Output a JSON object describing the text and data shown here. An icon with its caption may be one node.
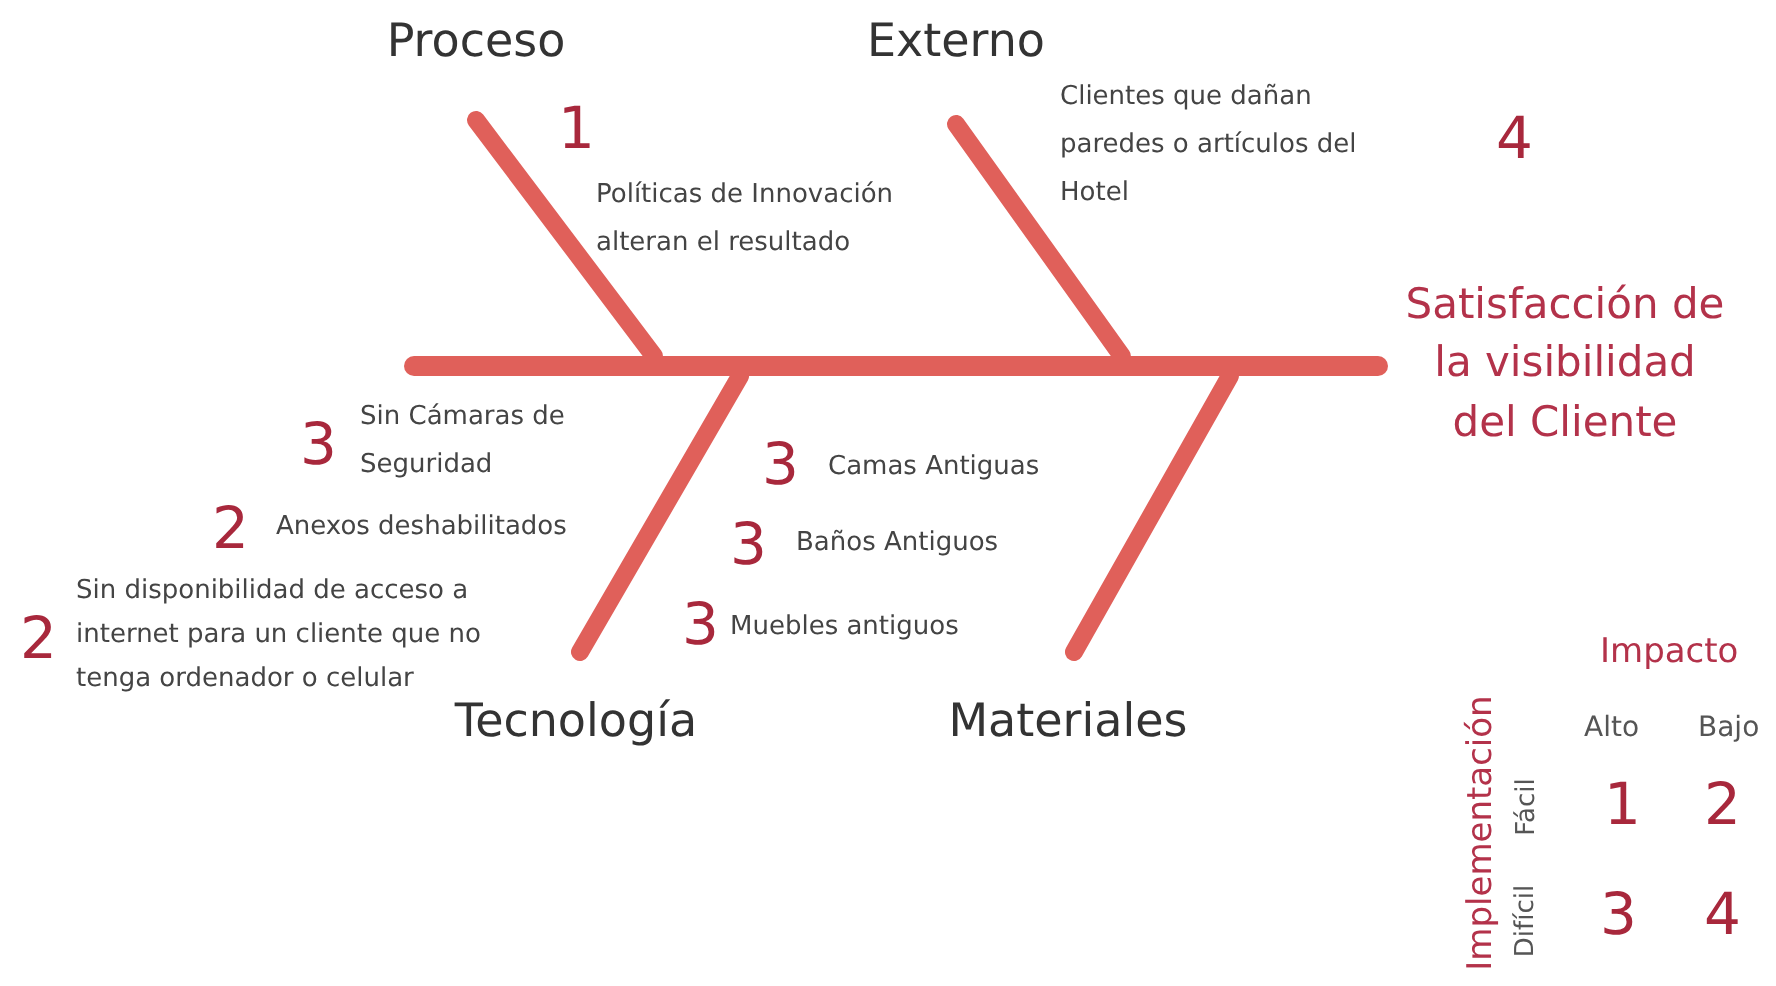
{
  "diagram": {
    "nodes": [
      {
        "text": [
          "Proceso"
        ]
      },
      {
        "text": [
          "Externo"
        ]
      },
      {
        "text": [],
        "shape": "bar"
      },
      {
        "text": [
          "Satisfacción de la visibilidad del Cliente"
        ]
      },
      {
        "text": [
          "Tecnología"
        ]
      },
      {
        "text": [
          "Materiales"
        ]
      }
    ],
    "edges": [
      {
        "from": 0,
        "to": 2,
        "arrow": "none"
      },
      {
        "from": 1,
        "to": 2,
        "arrow": "none"
      },
      {
        "from": 4,
        "to": 2,
        "arrow": "none"
      },
      {
        "from": 5,
        "to": 2,
        "arrow": "none"
      }
    ],
    "labels": [
      "1",
      "Políticas de Innovación alteran el resultado",
      "Clientes que dañan paredes o artículos del Hotel",
      "4",
      "3",
      "Sin Cámaras de Seguridad",
      "2",
      "Anexos deshabilitados",
      "3",
      "Camas Antiguas",
      "3",
      "Baños Antiguos",
      "2",
      "Sin disponibilidad de acceso a internet para un cliente que no tenga ordenador o celular",
      "3",
      "Muebles antiguos",
      "Impacto",
      "Implementación",
      "Alto",
      "Bajo",
      "Fácil",
      "1",
      "2",
      "Difícil",
      "3",
      "4"
    ]
  }
}
